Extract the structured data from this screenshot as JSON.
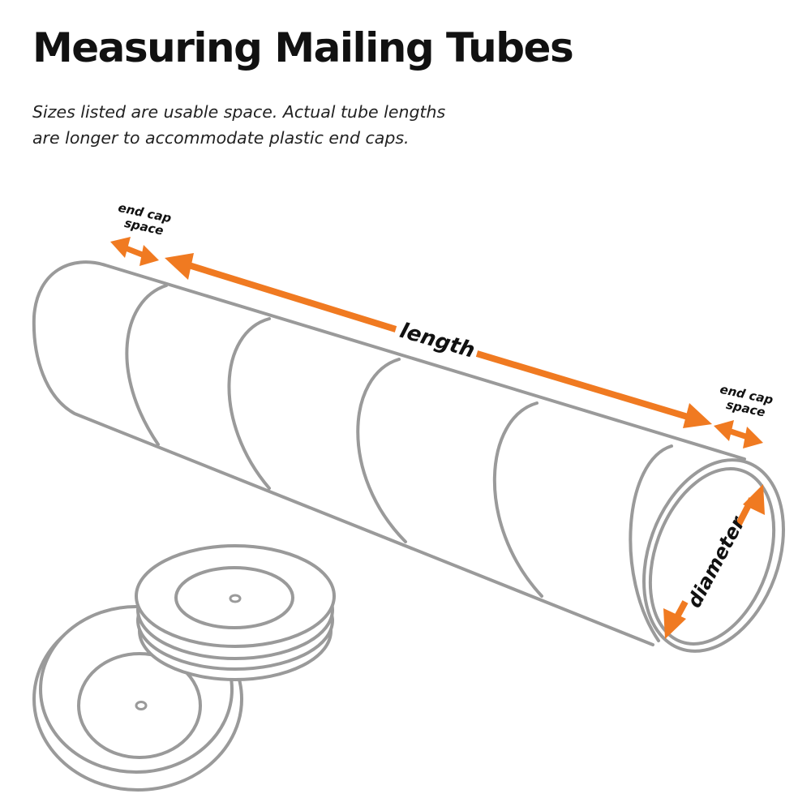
{
  "title": "Measuring Mailing Tubes",
  "subtitle": {
    "line1": "Sizes listed are usable space. Actual tube lengths",
    "line2": "are longer to accommodate plastic end caps."
  },
  "labels": {
    "end_cap_left_line1": "end cap",
    "end_cap_left_line2": "space",
    "length": "length",
    "end_cap_right_line1": "end cap",
    "end_cap_right_line2": "space",
    "diameter": "diameter"
  },
  "colors": {
    "accent": "#F07A21",
    "outline": "#9A9A9A",
    "text": "#111111"
  }
}
